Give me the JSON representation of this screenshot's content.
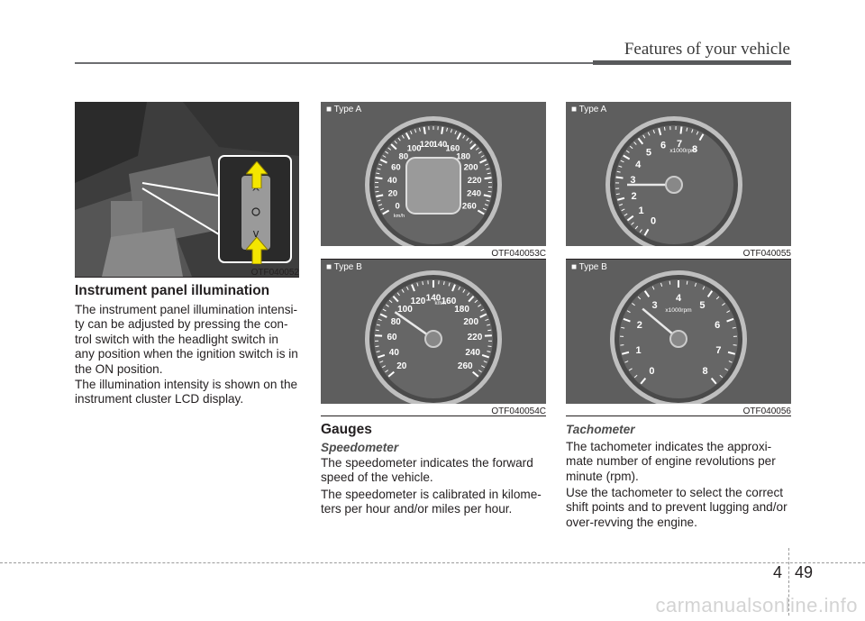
{
  "header": {
    "section_title": "Features of your vehicle"
  },
  "figures": {
    "switch": {
      "id": "OTF040052"
    },
    "speedo_a": {
      "id": "OTF040053C",
      "type_label": "■ Type A",
      "ticks": [
        "0",
        "20",
        "40",
        "60",
        "80",
        "100",
        "120",
        "140",
        "160",
        "180",
        "200",
        "220",
        "240",
        "260"
      ],
      "unit": "km/h"
    },
    "speedo_b": {
      "id": "OTF040054C",
      "type_label": "■ Type B",
      "ticks": [
        "20",
        "40",
        "60",
        "80",
        "100",
        "120",
        "140",
        "160",
        "180",
        "200",
        "220",
        "240",
        "260"
      ],
      "unit": "km/h"
    },
    "tacho_a": {
      "id": "OTF040055",
      "type_label": "■ Type A",
      "ticks": [
        "0",
        "1",
        "2",
        "3",
        "4",
        "5",
        "6",
        "7",
        "8"
      ],
      "unit": "x1000rpm"
    },
    "tacho_b": {
      "id": "OTF040056",
      "type_label": "■ Type B",
      "ticks": [
        "0",
        "1",
        "2",
        "3",
        "4",
        "5",
        "6",
        "7",
        "8"
      ],
      "unit": "x1000rpm"
    }
  },
  "col1": {
    "heading": "Instrument panel illumination",
    "para1": [
      "The instrument panel illumination intensi-",
      "ty can be adjusted by pressing the con-",
      "trol switch with the headlight switch in",
      "any position when the ignition switch is in",
      "the ON position."
    ],
    "para2": [
      "The illumination intensity is shown on the",
      "instrument cluster LCD display."
    ]
  },
  "col2": {
    "heading": "Gauges",
    "subheading": "Speedometer",
    "para1": [
      "The speedometer indicates the forward",
      "speed of the vehicle."
    ],
    "para2": [
      "The speedometer is calibrated in kilome-",
      "ters per hour and/or miles per hour."
    ]
  },
  "col3": {
    "subheading": "Tachometer",
    "para1": [
      "The tachometer indicates the approxi-",
      "mate number of engine revolutions per",
      "minute (rpm)."
    ],
    "para2": [
      "Use the tachometer to select the correct",
      "shift points and to prevent lugging and/or",
      "over-revving the engine."
    ]
  },
  "footer": {
    "chapter": "4",
    "page": "49",
    "watermark": "carmanualsonline.info"
  },
  "colors": {
    "figure_bg": "#5e5e5e",
    "arrow": "#f4e600",
    "text": "#231f20"
  }
}
